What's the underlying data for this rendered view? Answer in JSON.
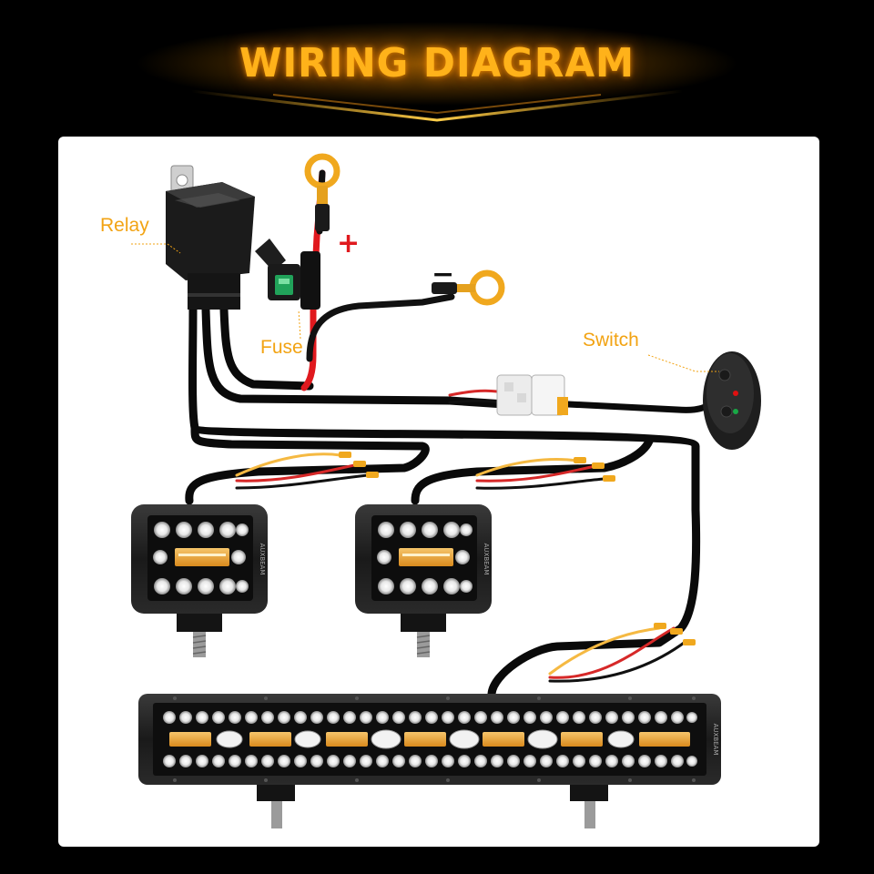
{
  "header": {
    "title": "WIRING DIAGRAM",
    "accent_color": "#ffb21a"
  },
  "labels": {
    "relay": "Relay",
    "fuse": "Fuse",
    "switch": "Switch",
    "positive": "+",
    "negative": "−"
  },
  "branding": {
    "light_brand": "AUXBEAM"
  },
  "colors": {
    "label": "#f2a313",
    "positive_wire": "#e0191e",
    "ground_wire": "#111111",
    "harness": "#0a0a0a",
    "terminal": "#f0a81e",
    "signal_red": "#d62828",
    "signal_yellow": "#f5b942",
    "switch_led_red": "#e01010",
    "switch_led_green": "#19a846"
  },
  "icons": {
    "relay": "relay-icon",
    "fuse": "fuse-holder-icon",
    "switch": "rocker-switch-icon",
    "pod": "led-pod-light-icon",
    "bar": "led-light-bar-icon"
  }
}
